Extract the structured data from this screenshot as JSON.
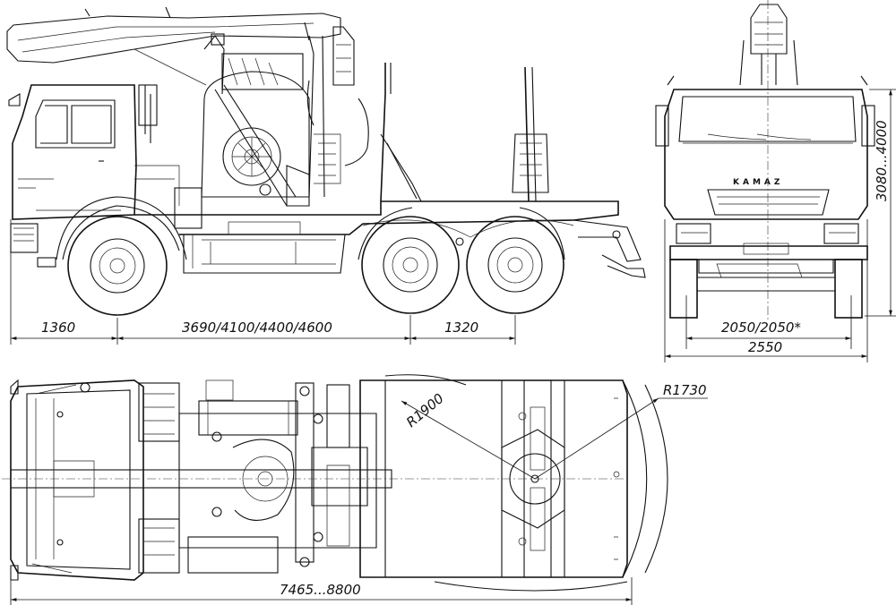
{
  "dimensions": {
    "front_overhang": "1360",
    "wheelbase": "3690/4100/4400/4600",
    "rear_axle_spacing": "1320",
    "track_width": "2050/2050*",
    "overall_width": "2550",
    "overall_height": "3080...4000",
    "overall_length": "7465...8800",
    "turn_radius_large": "R1900",
    "turn_radius_small": "R1730"
  },
  "cab_logo": "KAMAZ"
}
